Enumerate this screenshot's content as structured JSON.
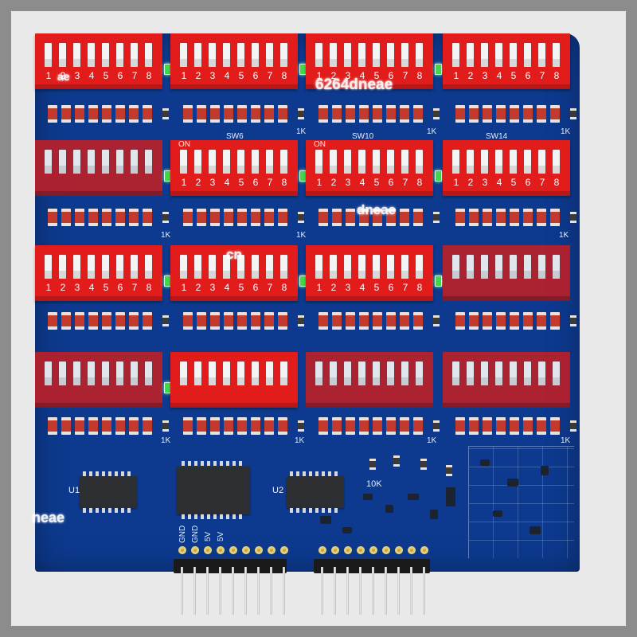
{
  "photo": {
    "subject": "red-dip-switch-pcb",
    "colors": {
      "background": "#8c8c8c",
      "board": "#0d3a8f",
      "dip_switch": "#e21b1b",
      "led": "#3fd84a",
      "silkscreen": "#e8eef8"
    }
  },
  "switch_numbers": [
    "1",
    "2",
    "3",
    "4",
    "5",
    "6",
    "7",
    "8"
  ],
  "dip_labels": {
    "on_a": "ON",
    "on_b": "ON"
  },
  "silkscreen": {
    "sw6": "SW6",
    "sw10": "SW10",
    "sw14": "SW14",
    "r1k_1": "1K",
    "r1k_2": "1K",
    "r1k_3": "1K",
    "r1k_4": "1K",
    "r1k_5": "1K",
    "r1k_6": "1K",
    "r1k_7": "1K",
    "r1k_8": "1K",
    "r1k_9": "1K",
    "r1k_10": "1K",
    "u1": "U1",
    "u2": "U2",
    "r10k": "10K",
    "pin_gnd1": "GND",
    "pin_gnd2": "GND",
    "pin_5v1": "5V",
    "pin_5v2": "5V"
  },
  "watermarks": {
    "wm1": "6264dneae",
    "wm2": "dneae",
    "wm3": "neae",
    "wm4": "cn",
    "wm5": "ae"
  }
}
